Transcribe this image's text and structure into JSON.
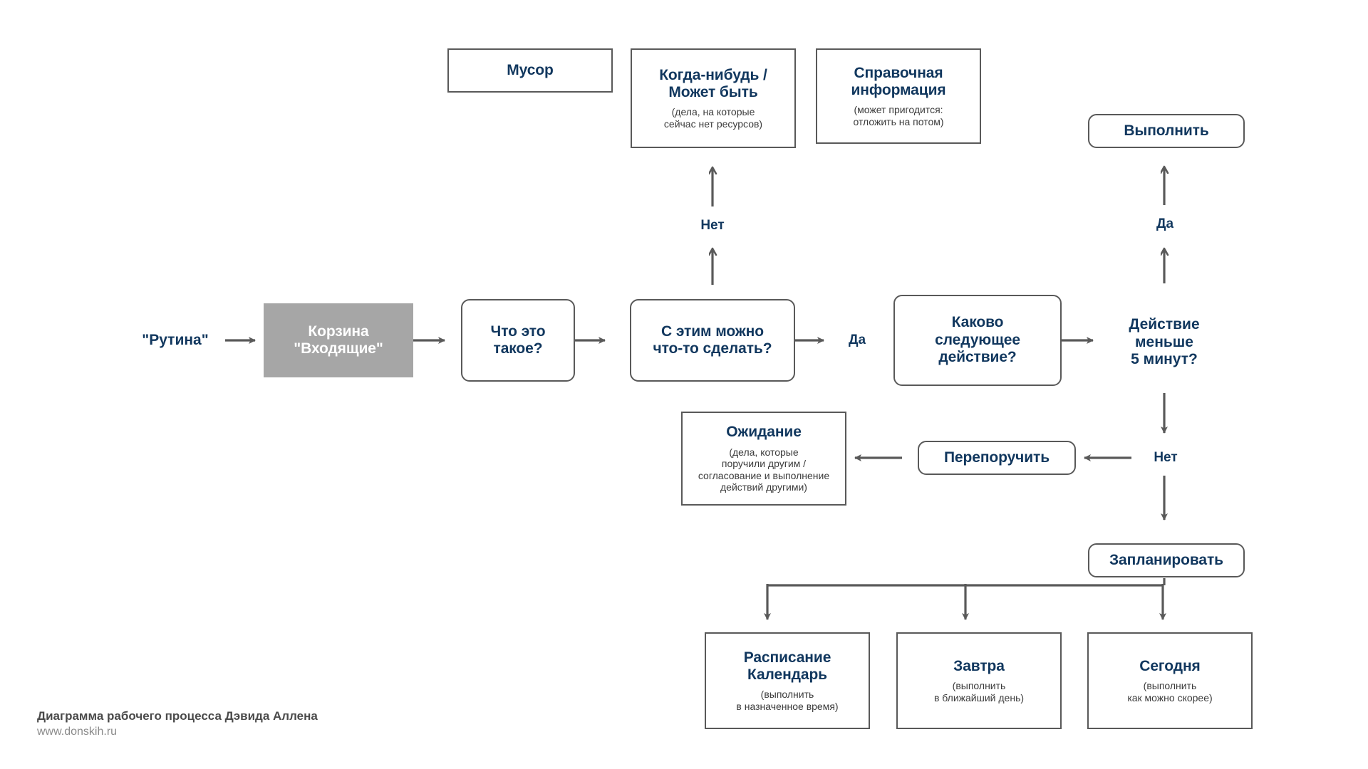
{
  "diagram": {
    "title": "Диаграмма  рабочего процесса Дэвида Аллена",
    "site": "www.donskih.ru",
    "colors": {
      "text_navy": "#11375e",
      "stroke_gray": "#595959",
      "fill_gray": "#a6a6a6",
      "subtext_gray": "#3b3b3b",
      "background": "#ffffff"
    }
  },
  "nodes": {
    "trash": {
      "title": "Мусор",
      "sub": ""
    },
    "someday": {
      "title": "Когда-нибудь /\nМожет быть",
      "sub": "(дела, на которые\nсейчас нет ресурсов)"
    },
    "reference": {
      "title": "Справочная\nинформация",
      "sub": "(может пригодится:\nотложить на потом)"
    },
    "do_now": {
      "title": "Выполнить",
      "sub": ""
    },
    "inbox": {
      "title": "Корзина\n\"Входящие\"",
      "sub": ""
    },
    "what_is_it": {
      "title": "Что это\nтакое?",
      "sub": ""
    },
    "actionable": {
      "title": "С этим можно\nчто-то сделать?",
      "sub": ""
    },
    "next_action": {
      "title": "Каково\nследующее\nдействие?",
      "sub": ""
    },
    "waiting": {
      "title": "Ожидание",
      "sub": "(дела, которые\nпоручили другим /\nсогласование и выполнение\nдействий другими)"
    },
    "delegate": {
      "title": "Перепоручить",
      "sub": ""
    },
    "schedule": {
      "title": "Запланировать",
      "sub": ""
    },
    "calendar": {
      "title": "Расписание\nКалендарь",
      "sub": "(выполнить\nв назначенное время)"
    },
    "tomorrow": {
      "title": "Завтра",
      "sub": "(выполнить\nв ближайший день)"
    },
    "today": {
      "title": "Сегодня",
      "sub": "(выполнить\nкак можно скорее)"
    }
  },
  "labels": {
    "routine": "\"Рутина\"",
    "no_to_someday": "Нет",
    "yes_to_next_action": "Да",
    "under_five_min": "Действие\nменьше\n5 минут?",
    "yes_to_do_now": "Да",
    "no_to_schedule": "Нет"
  }
}
